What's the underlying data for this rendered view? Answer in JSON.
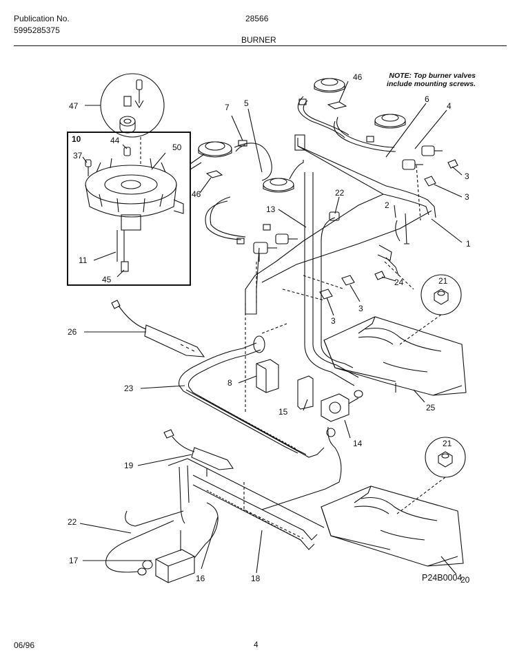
{
  "header": {
    "publication_label": "Publication No.",
    "publication_number": "5995285375",
    "model": "28566",
    "section": "BURNER"
  },
  "note": {
    "line1": "NOTE: Top burner valves",
    "line2": "include mounting screws."
  },
  "callouts": {
    "c47": "47",
    "c10": "10",
    "c44": "44",
    "c50": "50",
    "c37": "37",
    "c11": "11",
    "c45": "45",
    "c46a": "46",
    "c46b": "46",
    "c7": "7",
    "c5": "5",
    "c6": "6",
    "c4": "4",
    "c3a": "3",
    "c3b": "3",
    "c3c": "3",
    "c3d": "3",
    "c22a": "22",
    "c22b": "22",
    "c13": "13",
    "c2": "2",
    "c1": "1",
    "c24": "24",
    "c21a": "21",
    "c21b": "21",
    "c26": "26",
    "c8": "8",
    "c23": "23",
    "c25": "25",
    "c15": "15",
    "c14": "14",
    "c19": "19",
    "c17": "17",
    "c16": "16",
    "c18": "18",
    "c20": "20"
  },
  "reference_code": "P24B0004",
  "footer": {
    "date": "06/96",
    "page": "4"
  }
}
